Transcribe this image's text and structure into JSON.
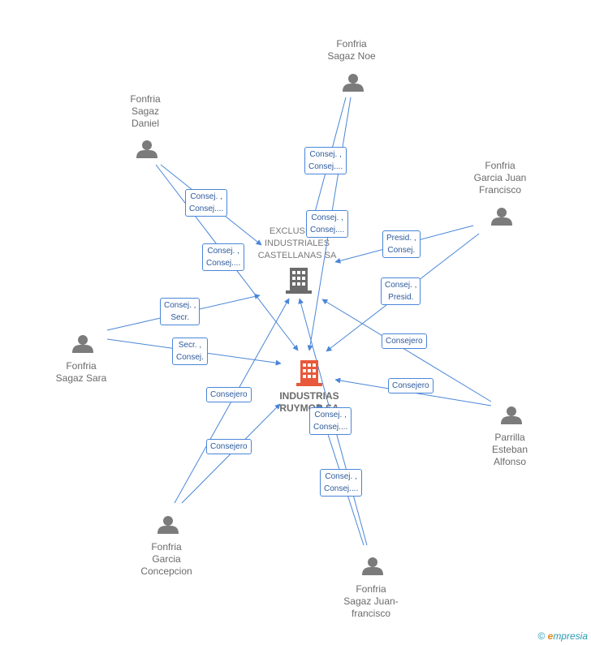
{
  "colors": {
    "edge": "#4a86d8",
    "person": "#7b7b7b",
    "company_main": "#e8583a",
    "company_sec": "#6b6b6b"
  },
  "nodes": {
    "noe": {
      "label": "Fonfria\nSagaz Noe",
      "icon": "person-icon"
    },
    "daniel": {
      "label": "Fonfria\nSagaz\nDaniel",
      "icon": "person-icon"
    },
    "garcia_juan": {
      "label": "Fonfria\nGarcia Juan\nFrancisco",
      "icon": "person-icon"
    },
    "sara": {
      "label": "Fonfria\nSagaz Sara",
      "icon": "person-icon"
    },
    "parrilla": {
      "label": "Parrilla\nEsteban\nAlfonso",
      "icon": "person-icon"
    },
    "concepcion": {
      "label": "Fonfria\nGarcia\nConcepcion",
      "icon": "person-icon"
    },
    "juanfrancisco": {
      "label": "Fonfria\nSagaz Juan-\nfrancisco",
      "icon": "person-icon"
    },
    "exclusivas": {
      "label": "EXCLUSIVAS\nINDUSTRIALES\nCASTELLANAS SA",
      "icon": "building-icon"
    },
    "industrias": {
      "label": "INDUSTRIAS\nRUYMOR SA",
      "icon": "building-icon"
    }
  },
  "edges": [
    {
      "label": "Consej. ,\nConsej...."
    },
    {
      "label": "Consej. ,\nConsej...."
    },
    {
      "label": "Consej. ,\nConsej...."
    },
    {
      "label": "Consej. ,\nConsej...."
    },
    {
      "label": "Presid. ,\nConsej."
    },
    {
      "label": "Consej. ,\nPresid."
    },
    {
      "label": "Consej. ,\nSecr."
    },
    {
      "label": "Secr. ,\nConsej."
    },
    {
      "label": "Consejero"
    },
    {
      "label": "Consejero"
    },
    {
      "label": "Consejero"
    },
    {
      "label": "Consejero"
    },
    {
      "label": "Consej. ,\nConsej...."
    },
    {
      "label": "Consej. ,\nConsej...."
    }
  ],
  "footer": {
    "copyright": "©",
    "brand_initial": "e",
    "brand_rest": "mpresia"
  }
}
